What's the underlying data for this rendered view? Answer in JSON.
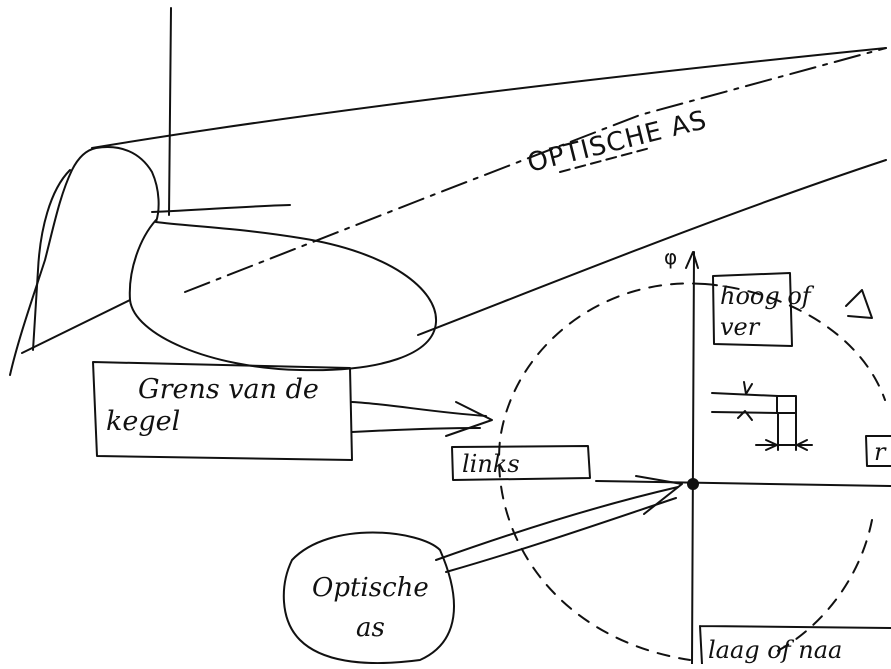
{
  "labels": {
    "optical_axis_caps": "OPTISCHE AS",
    "phi_symbol": "φ",
    "hoog_of_ver_line1": "hoog of",
    "hoog_of_ver_line2": "ver",
    "grens_line1": "Grens van de",
    "grens_line2": "kegel",
    "links": "links",
    "rechts_partial": "r",
    "optische_as_line1": "Optische",
    "optische_as_line2": "as",
    "laag_of_naar": "laag of naa"
  },
  "colors": {
    "ink": "#111111",
    "background": "#ffffff"
  }
}
